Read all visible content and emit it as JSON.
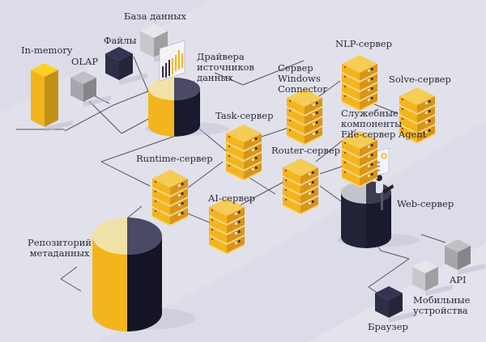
{
  "colors": {
    "background": "#dcdce8",
    "background_light": "#e6e6f0",
    "gold": "#f2b51e",
    "gold_dark": "#d9951a",
    "gold_light": "#f7d67a",
    "navy": "#1a1a2e",
    "navy_top": "#4a4a66",
    "grey": "#a6a6ac",
    "grey_light": "#c8c8cc",
    "line": "#55555f"
  },
  "labels": {
    "database": "База данных",
    "files": "Файлы",
    "in_memory": "In-memory",
    "olap": "OLAP",
    "drivers": [
      "Драйвера",
      "источников",
      "данных"
    ],
    "task_server": "Task-сервер",
    "runtime_server": "Runtime-сервер",
    "ai_server": "AI-сервер",
    "router_server": "Router-сервер",
    "windows_connector": [
      "Сервер",
      "Windows",
      "Connector"
    ],
    "nlp_server": "NLP-сервер",
    "solve_server": "Solve-сервер",
    "service_components": [
      "Служебные",
      "компоненты",
      "File-сервер Agent"
    ],
    "web_server": "Web-сервер",
    "repository": [
      "Репозиторий",
      "метаданных"
    ],
    "api": "API",
    "mobile": [
      "Мобильные",
      "устройства"
    ],
    "browser": "Браузер"
  }
}
